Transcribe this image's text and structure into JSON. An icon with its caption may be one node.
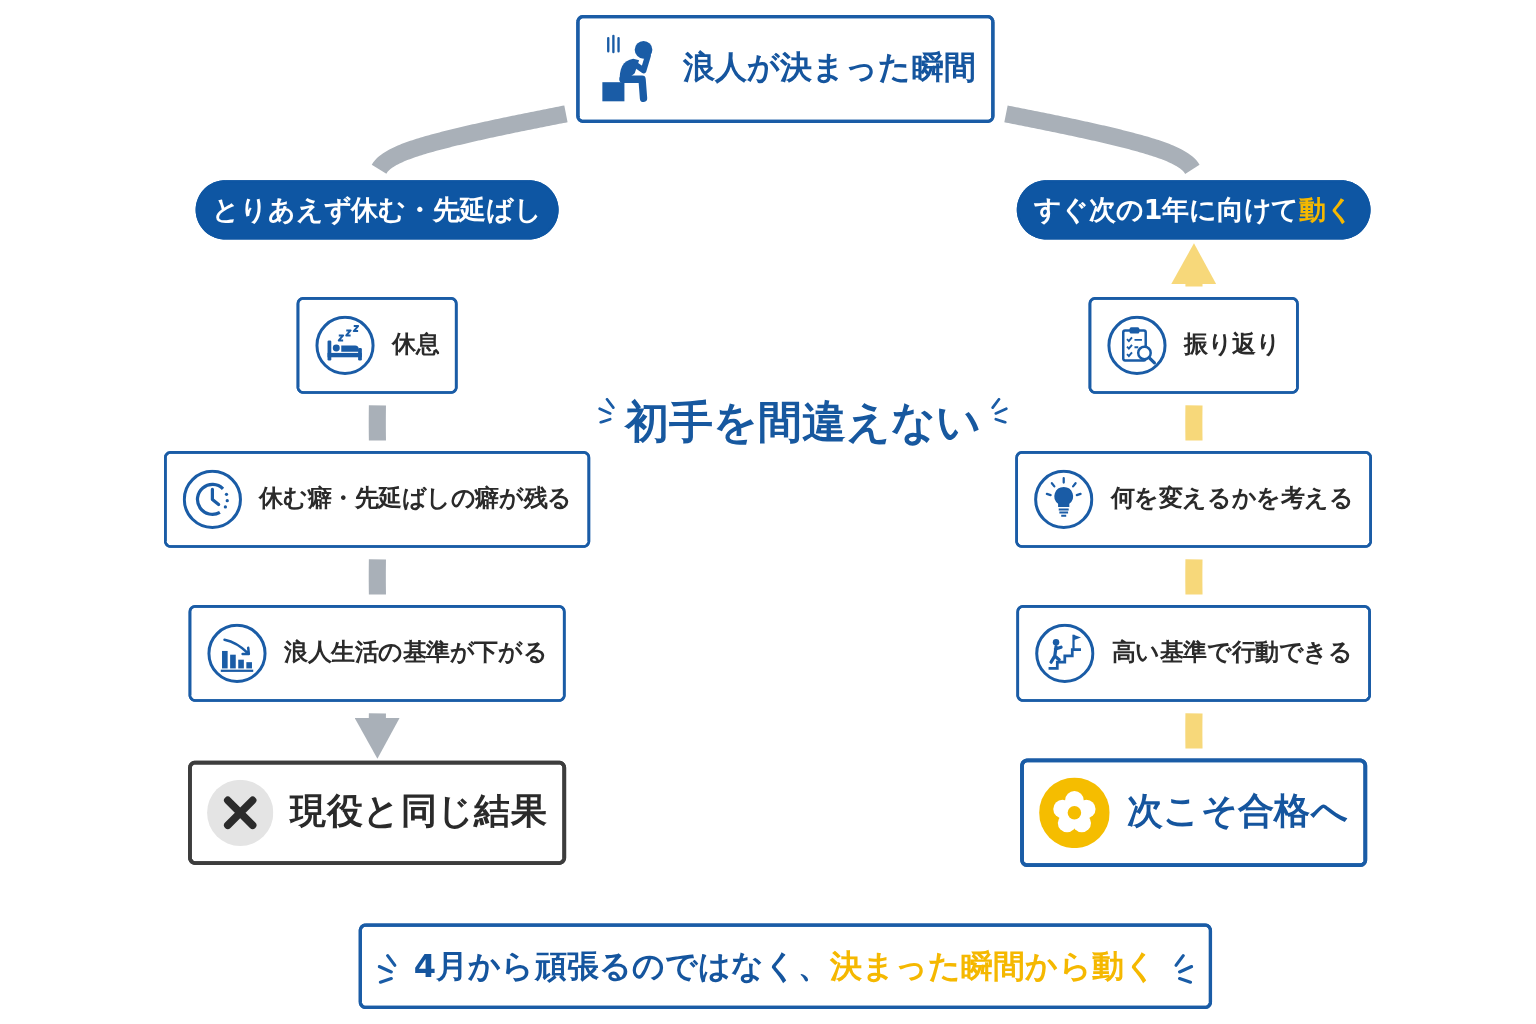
{
  "diagram": {
    "nodes": [
      {
        "text": [
          "浪人が決まった瞬間"
        ]
      },
      {
        "text": [
          "とりあえず休む・先延ばし"
        ]
      },
      {
        "text": [
          "すぐ次の1年に向けて**動く**"
        ]
      },
      {
        "text": [
          "休息"
        ]
      },
      {
        "text": [
          "休む癖・先延ばしの癖が残る"
        ]
      },
      {
        "text": [
          "浪人生活の基準が下がる"
        ]
      },
      {
        "text": [
          "現役と同じ結果"
        ]
      },
      {
        "text": [
          "振り返り"
        ]
      },
      {
        "text": [
          "何を変えるかを考える"
        ]
      },
      {
        "text": [
          "高い基準で行動できる"
        ]
      },
      {
        "text": [
          "次こそ合格へ"
        ]
      },
      {
        "text": [
          "4月から頑張るのではなく、**決まった瞬間から動く**"
        ]
      }
    ],
    "edges": [
      {
        "from": 0,
        "to": 1,
        "arrow": "none"
      },
      {
        "from": 0,
        "to": 2,
        "arrow": "none"
      },
      {
        "from": 3,
        "to": 4,
        "arrow": "none"
      },
      {
        "from": 4,
        "to": 5,
        "arrow": "none"
      },
      {
        "from": 5,
        "to": 6,
        "arrow": "to"
      },
      {
        "from": 10,
        "to": 9,
        "arrow": "none",
        "color": "#f7d87a"
      },
      {
        "from": 9,
        "to": 8,
        "arrow": "none",
        "color": "#f7d87a"
      },
      {
        "from": 8,
        "to": 7,
        "arrow": "none",
        "color": "#f7d87a"
      },
      {
        "from": 7,
        "to": 2,
        "arrow": "to",
        "color": "#f7d87a"
      }
    ],
    "labels": [
      "初手を間違えない"
    ]
  }
}
